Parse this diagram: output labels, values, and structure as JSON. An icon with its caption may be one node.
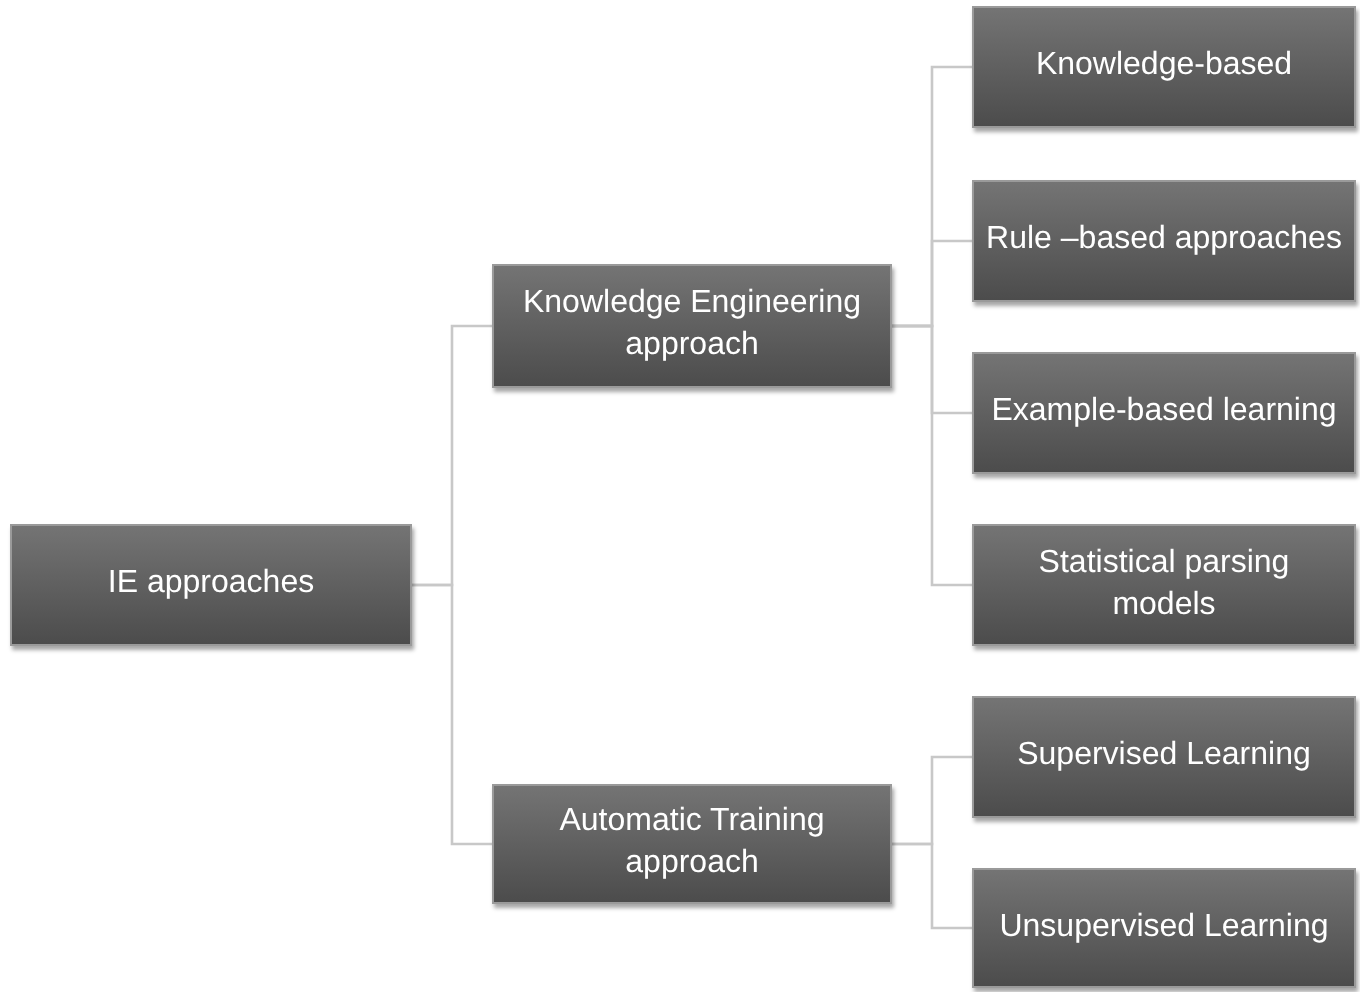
{
  "diagram": {
    "nodes": [
      {
        "text": [
          "IE approaches"
        ]
      },
      {
        "text": [
          "Knowledge Engineering approach"
        ]
      },
      {
        "text": [
          "Automatic Training approach"
        ]
      },
      {
        "text": [
          "Knowledge-based"
        ]
      },
      {
        "text": [
          "Rule –based approaches"
        ]
      },
      {
        "text": [
          "Example-based learning"
        ]
      },
      {
        "text": [
          "Statistical parsing models"
        ]
      },
      {
        "text": [
          "Supervised Learning"
        ]
      },
      {
        "text": [
          "Unsupervised Learning"
        ]
      }
    ],
    "edges": [
      {
        "from": 0,
        "to": 1,
        "arrow": "none"
      },
      {
        "from": 0,
        "to": 2,
        "arrow": "none"
      },
      {
        "from": 1,
        "to": 3,
        "arrow": "none"
      },
      {
        "from": 1,
        "to": 4,
        "arrow": "none"
      },
      {
        "from": 1,
        "to": 5,
        "arrow": "none"
      },
      {
        "from": 1,
        "to": 6,
        "arrow": "none"
      },
      {
        "from": 2,
        "to": 7,
        "arrow": "none"
      },
      {
        "from": 2,
        "to": 8,
        "arrow": "none"
      }
    ]
  }
}
